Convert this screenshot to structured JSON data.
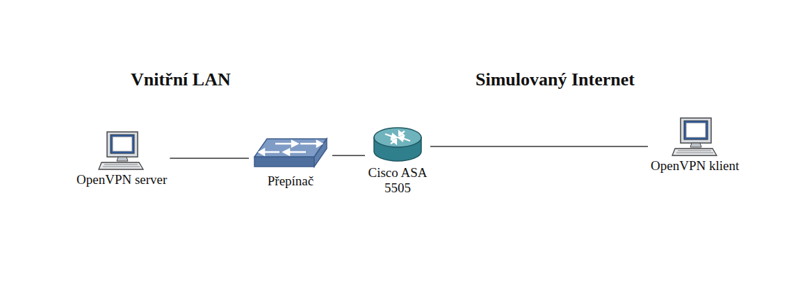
{
  "diagram": {
    "nodes": [
      {
        "text": [
          "Vnitřní LAN"
        ]
      },
      {
        "text": [
          "OpenVPN server"
        ],
        "in": 0
      },
      {
        "text": [
          "Přepínač"
        ],
        "in": 0
      },
      {
        "text": [
          "Cisco ASA 5505"
        ]
      },
      {
        "text": [
          "Simulovaný Internet"
        ]
      },
      {
        "text": [
          "OpenVPN klient"
        ],
        "in": 4
      }
    ],
    "edges": [
      {
        "from": 1,
        "to": 2,
        "arrow": "none"
      },
      {
        "from": 2,
        "to": 3,
        "arrow": "none"
      },
      {
        "from": 3,
        "to": 5,
        "arrow": "none"
      }
    ]
  }
}
